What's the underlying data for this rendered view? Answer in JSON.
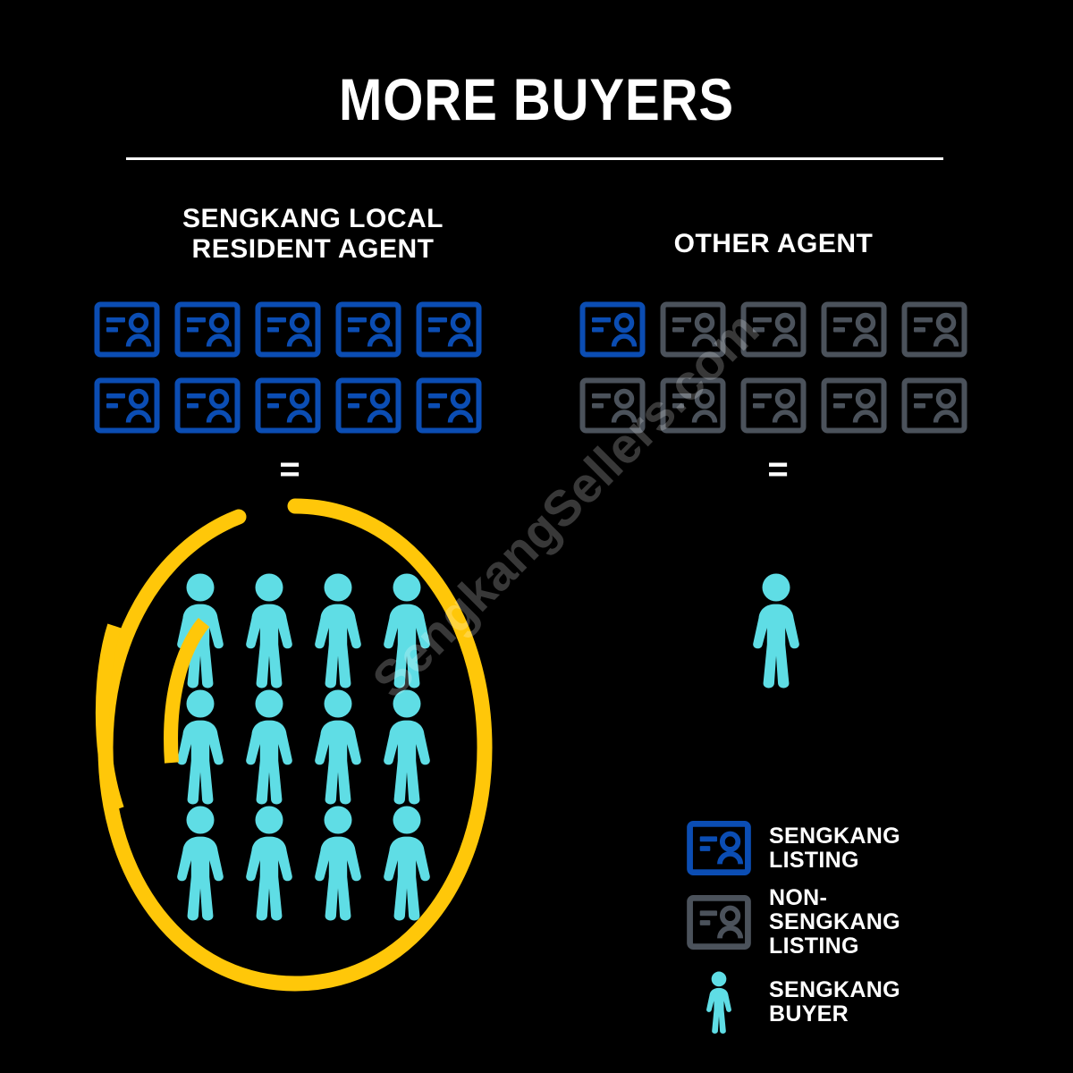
{
  "colors": {
    "background": "#000000",
    "sengkang_blue": "#0B4DB3",
    "non_sengkang_gray": "#4B525B",
    "buyer_cyan": "#5FDDE5",
    "highlight_yellow": "#FFC709",
    "text_white": "#FFFFFF"
  },
  "header": {
    "title": "MORE BUYERS"
  },
  "columns": {
    "left": {
      "heading_line1": "SENGKANG LOCAL",
      "heading_line2": "RESIDENT AGENT",
      "equals": "=",
      "listing_cards": [
        "sengkang",
        "sengkang",
        "sengkang",
        "sengkang",
        "sengkang",
        "sengkang",
        "sengkang",
        "sengkang",
        "sengkang",
        "sengkang"
      ],
      "buyer_count": 12
    },
    "right": {
      "heading_line1": "OTHER AGENT",
      "heading_line2": "",
      "equals": "=",
      "listing_cards": [
        "sengkang",
        "non-sengkang",
        "non-sengkang",
        "non-sengkang",
        "non-sengkang",
        "non-sengkang",
        "non-sengkang",
        "non-sengkang",
        "non-sengkang",
        "non-sengkang"
      ],
      "buyer_count": 1
    }
  },
  "legend": {
    "items": [
      {
        "icon": "sengkang-listing-card-icon",
        "label_line1": "SENGKANG",
        "label_line2": "LISTING",
        "label_line3": ""
      },
      {
        "icon": "non-sengkang-listing-card-icon",
        "label_line1": "NON-",
        "label_line2": "SENGKANG",
        "label_line3": "LISTING"
      },
      {
        "icon": "sengkang-buyer-person-icon",
        "label_line1": "SENGKANG",
        "label_line2": "BUYER",
        "label_line3": ""
      }
    ]
  },
  "watermark": {
    "text": "SengkangSellers.com"
  },
  "chart_data": {
    "type": "bar",
    "title": "MORE BUYERS",
    "categories": [
      "SENGKANG LOCAL RESIDENT AGENT",
      "OTHER AGENT"
    ],
    "series": [
      {
        "name": "SENGKANG LISTING",
        "values": [
          10,
          1
        ]
      },
      {
        "name": "NON-SENGKANG LISTING",
        "values": [
          0,
          9
        ]
      },
      {
        "name": "SENGKANG BUYER",
        "values": [
          12,
          1
        ]
      }
    ],
    "xlabel": "",
    "ylabel": "",
    "notes": "Pictogram (isotype) comparison: each card icon = one listing, each person icon = one buyer. Left column: 10 Sengkang listings yield 12 Sengkang buyers (circled in yellow). Right column: 1 Sengkang listing + 9 non-Sengkang listings yield 1 Sengkang buyer.",
    "grid": false,
    "legend_position": "bottom-right"
  }
}
